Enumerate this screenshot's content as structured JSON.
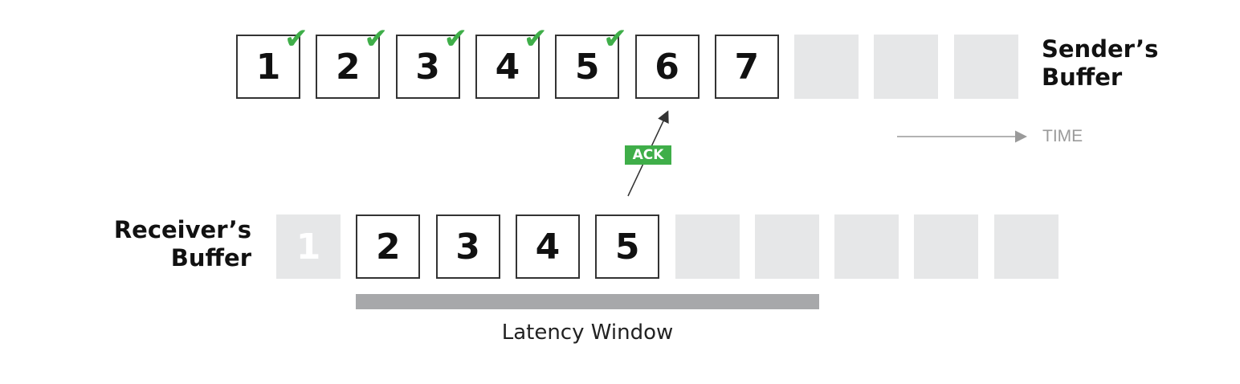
{
  "sender_buffer": {
    "label_line1": "Sender’s",
    "label_line2": "Buffer",
    "slots": [
      {
        "value": "1",
        "state": "filled",
        "acked": true
      },
      {
        "value": "2",
        "state": "filled",
        "acked": true
      },
      {
        "value": "3",
        "state": "filled",
        "acked": true
      },
      {
        "value": "4",
        "state": "filled",
        "acked": true
      },
      {
        "value": "5",
        "state": "filled",
        "acked": true
      },
      {
        "value": "6",
        "state": "filled",
        "acked": false
      },
      {
        "value": "7",
        "state": "filled",
        "acked": false
      },
      {
        "value": "",
        "state": "empty",
        "acked": false
      },
      {
        "value": "",
        "state": "empty",
        "acked": false
      },
      {
        "value": "",
        "state": "empty",
        "acked": false
      }
    ]
  },
  "receiver_buffer": {
    "label_line1": "Receiver’s",
    "label_line2": "Buffer",
    "slots": [
      {
        "value": "1",
        "state": "faded"
      },
      {
        "value": "2",
        "state": "filled"
      },
      {
        "value": "3",
        "state": "filled"
      },
      {
        "value": "4",
        "state": "filled"
      },
      {
        "value": "5",
        "state": "filled"
      },
      {
        "value": "",
        "state": "empty"
      },
      {
        "value": "",
        "state": "empty"
      },
      {
        "value": "",
        "state": "empty"
      },
      {
        "value": "",
        "state": "empty"
      },
      {
        "value": "",
        "state": "empty"
      }
    ]
  },
  "ack": {
    "label": "ACK"
  },
  "time": {
    "label": "TIME"
  },
  "latency_window": {
    "label": "Latency Window"
  },
  "colors": {
    "ack_green": "#3fae49",
    "empty_slot": "#e6e7e8",
    "latency_bar": "#a7a8aa"
  },
  "icons": {
    "acked_mark": "checkmark-icon"
  }
}
